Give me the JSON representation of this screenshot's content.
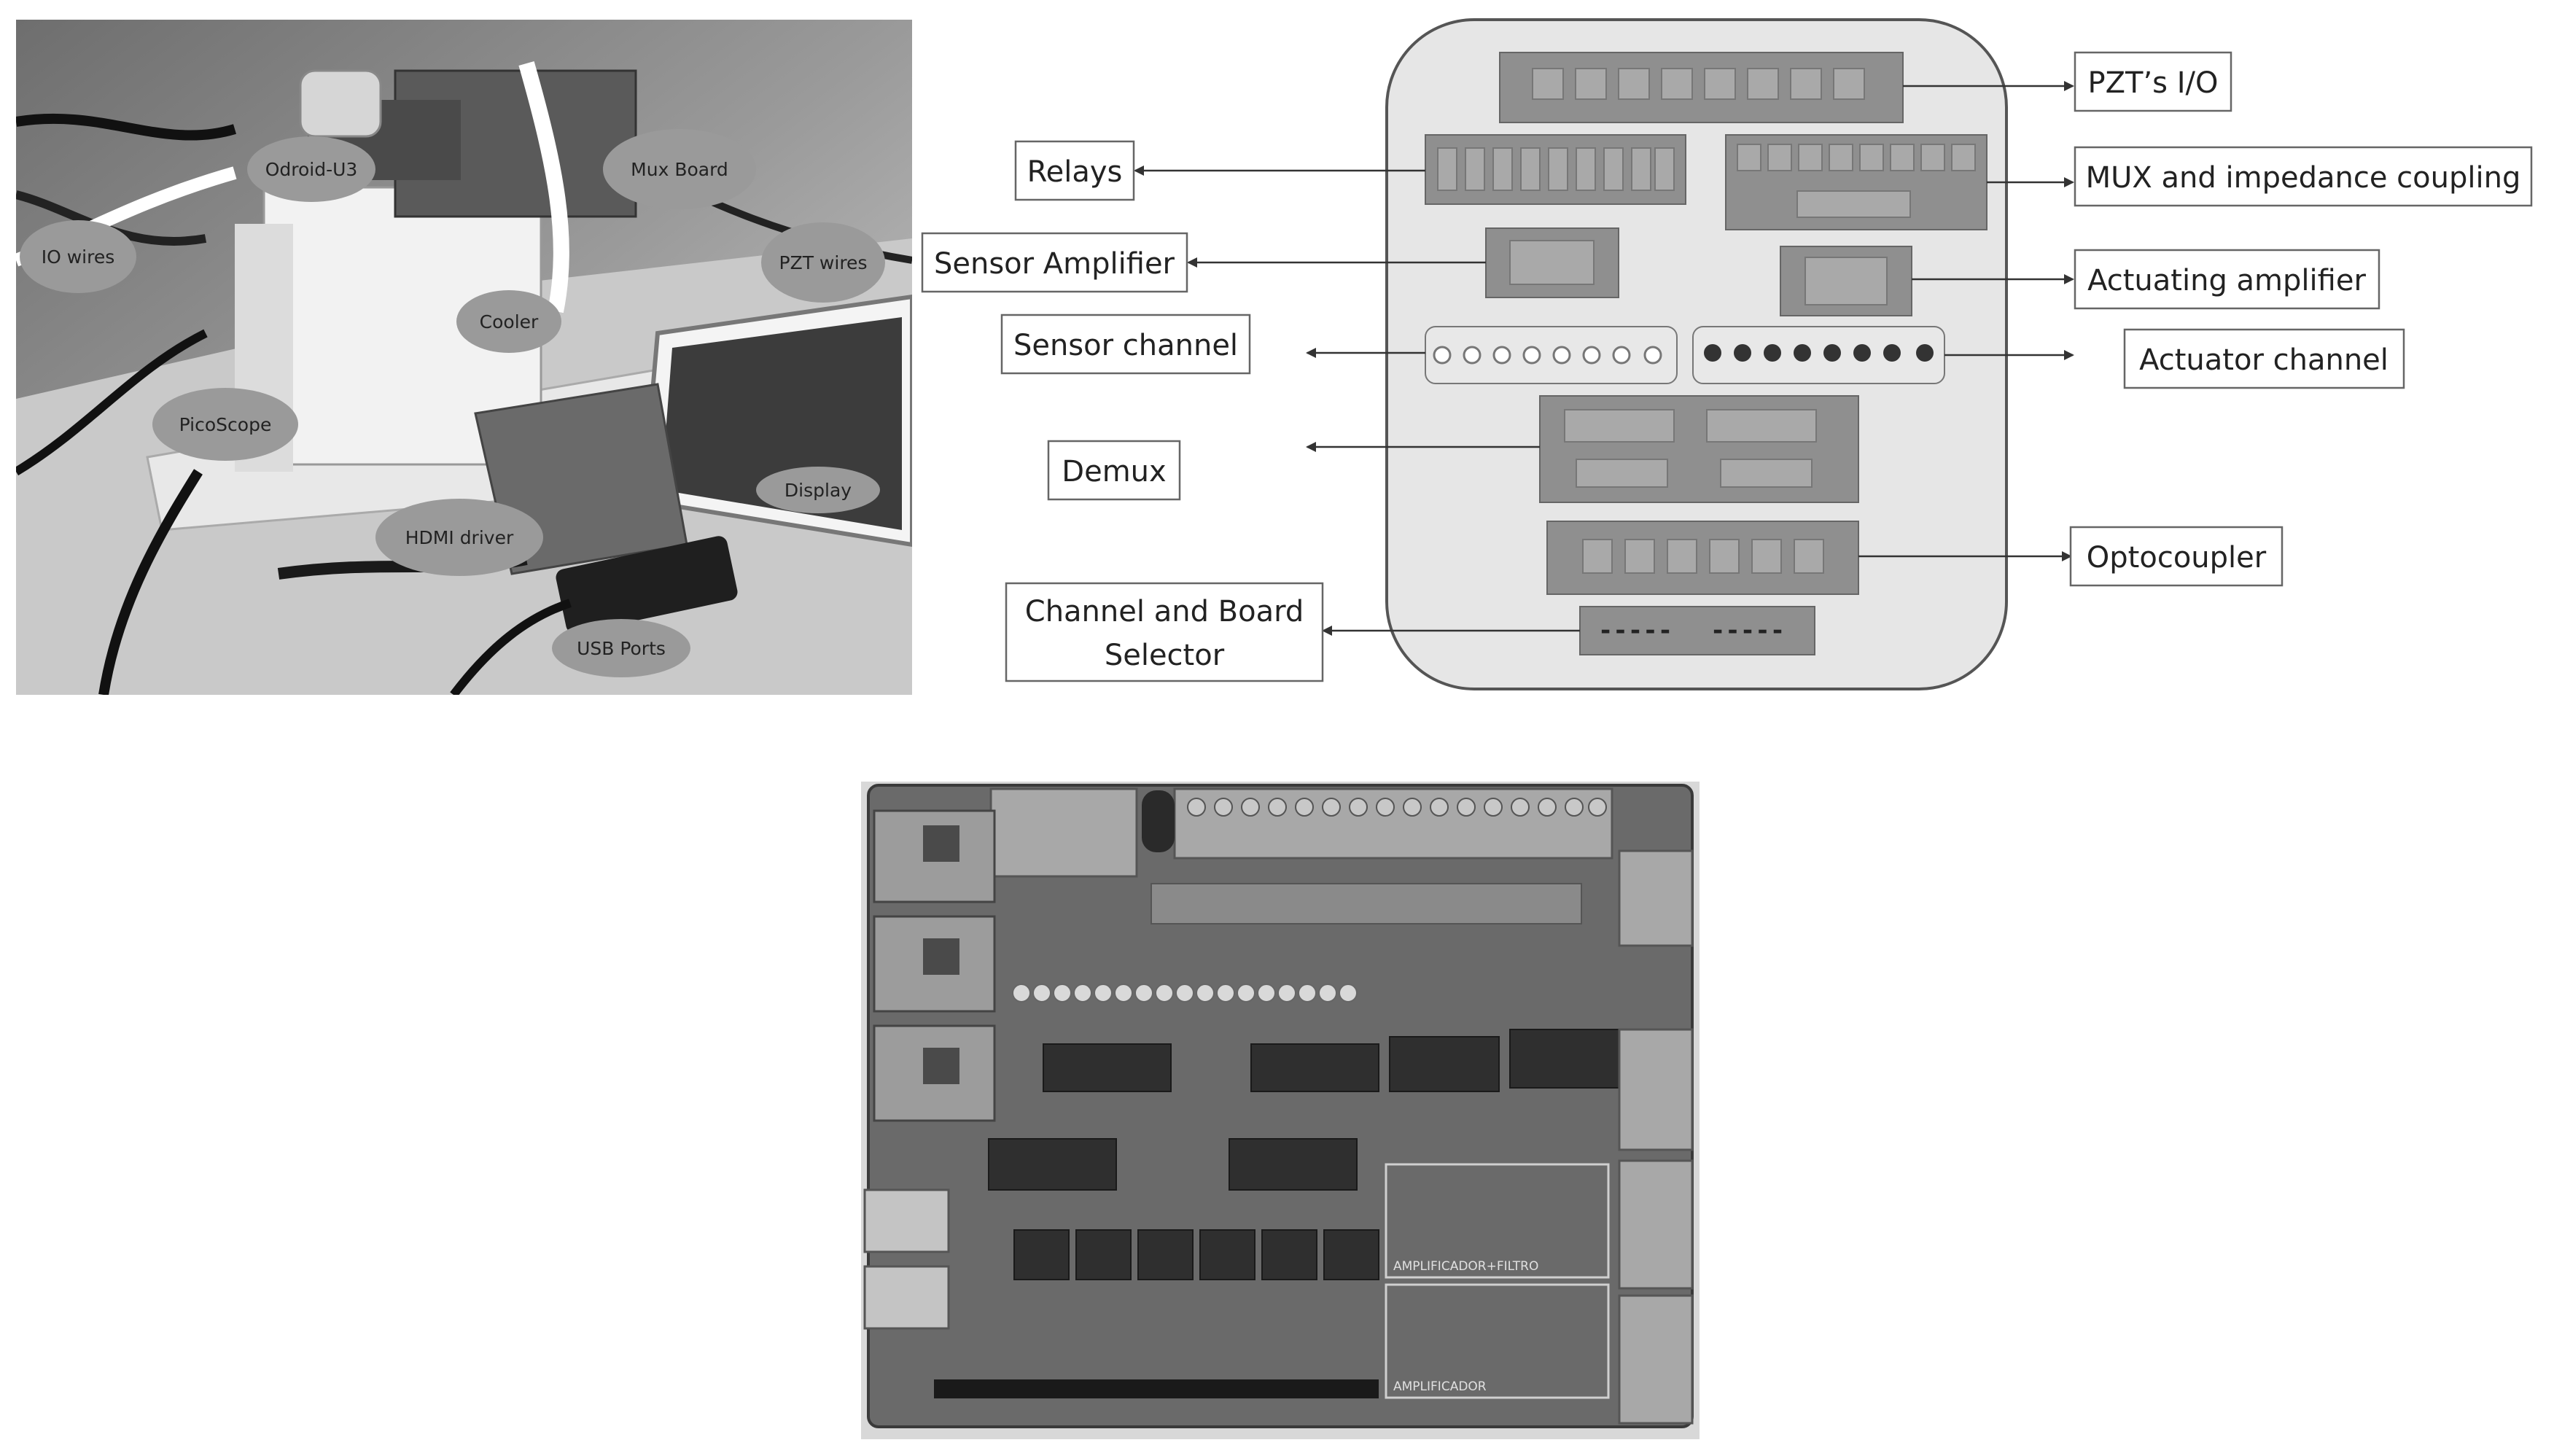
{
  "setup_photo": {
    "labels": [
      "Odroid-U3",
      "Mux Board",
      "IO wires",
      "PZT wires",
      "Cooler",
      "PicoScope",
      "Display",
      "HDMI driver",
      "USB Ports"
    ]
  },
  "diagram": {
    "callouts": [
      "PZT’s I/O",
      "Relays",
      "MUX and impedance coupling",
      "Sensor Amplifier",
      "Actuating amplifier",
      "Sensor channel",
      "Actuator channel",
      "Demux",
      "Optocoupler",
      "Channel and Board",
      "Selector"
    ],
    "selector_marks": [
      "-----",
      "-----"
    ]
  },
  "board_photo": {
    "silkscreen": [
      "AMPLIFICADOR+FILTRO",
      "AMPLIFICADOR"
    ]
  },
  "colors": {
    "panel": "#e6e6e6",
    "block": "#8f8f8f",
    "block_inner": "#a9a9a9",
    "pcb": "#6a6a6a",
    "label_bubble": "#9a9a9a"
  }
}
